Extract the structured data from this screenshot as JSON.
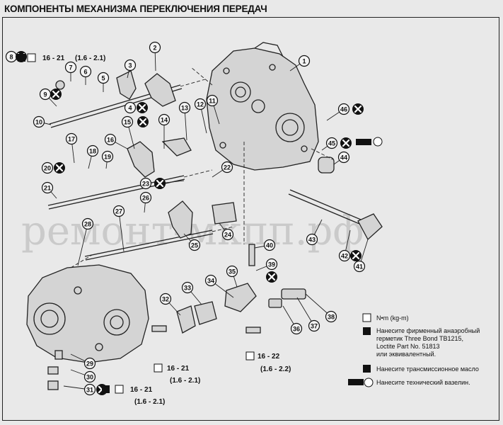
{
  "title": "КОМПОНЕНТЫ МЕХАНИЗМА ПЕРЕКЛЮЧЕНИЯ ПЕРЕДАЧ",
  "watermark": "ремонт-мкпп.рф",
  "torque": {
    "t8": {
      "nm": "16 - 21",
      "kgm": "(1.6 - 2.1)"
    },
    "t35": {
      "nm": "16 - 22",
      "kgm": "(1.6 - 2.2)"
    },
    "t32": {
      "nm": "16 - 21",
      "kgm": "(1.6 - 2.1)"
    },
    "t31": {
      "nm": "16 - 21",
      "kgm": "(1.6 - 2.1)"
    }
  },
  "legend": {
    "torque_unit": "N•m (kg-m)",
    "sealant_1": "Нанесите фирменный анаэробный",
    "sealant_2": "герметик Three Bond TB1215,",
    "sealant_3": "Loctite Part No. 51813",
    "sealant_4": "или эквивалентный.",
    "oil": "Нанесите трансмиссионное масло",
    "vaseline": "Нанесите технический вазелин."
  },
  "callouts": [
    "1",
    "2",
    "3",
    "4",
    "5",
    "6",
    "7",
    "8",
    "9",
    "10",
    "11",
    "12",
    "13",
    "14",
    "15",
    "16",
    "17",
    "18",
    "19",
    "20",
    "21",
    "22",
    "23",
    "24",
    "25",
    "26",
    "27",
    "28",
    "29",
    "30",
    "31",
    "32",
    "33",
    "34",
    "35",
    "36",
    "37",
    "38",
    "39",
    "40",
    "41",
    "42",
    "43",
    "44",
    "45",
    "46"
  ],
  "colors": {
    "ink": "#111111",
    "paper": "#e9e9e9"
  }
}
